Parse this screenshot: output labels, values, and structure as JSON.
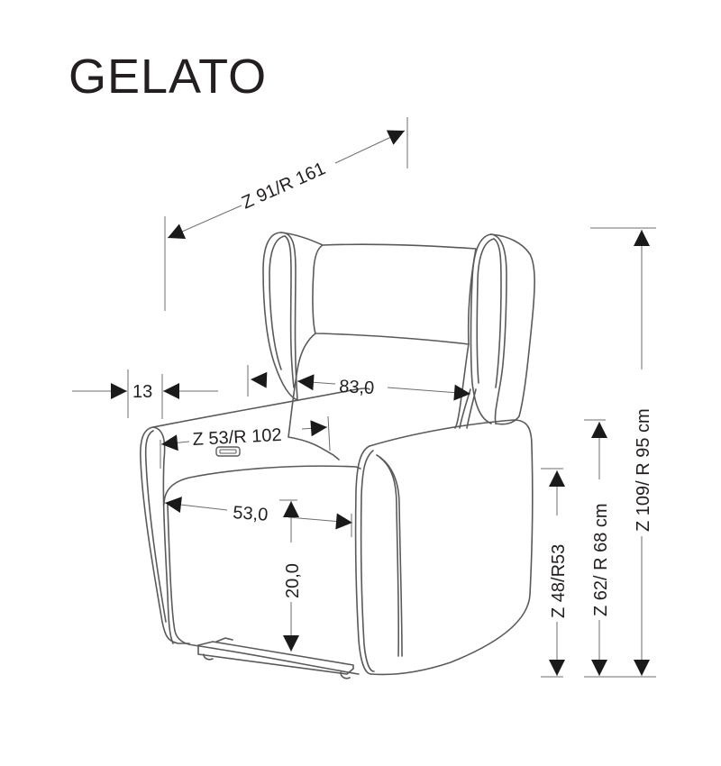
{
  "title": "GELATO",
  "colors": {
    "outline": "#5a5a5a",
    "dimension_line": "#6d6d6d",
    "arrow": "#1a1a1a",
    "text": "#231f20",
    "background": "#ffffff"
  },
  "dimensions": {
    "depth": "Z 91/R 161",
    "arm_width": "13",
    "back_width": "83,0",
    "arm_length": "Z 53/R 102",
    "seat_width": "53,0",
    "seat_height_cushion": "20,0",
    "seat_height": "Z 48/R53",
    "arm_height": "Z 62/ R 68 cm",
    "total_height": "Z 109/ R 95 cm"
  },
  "icons": {
    "control_panel": "recliner-button-icon"
  }
}
